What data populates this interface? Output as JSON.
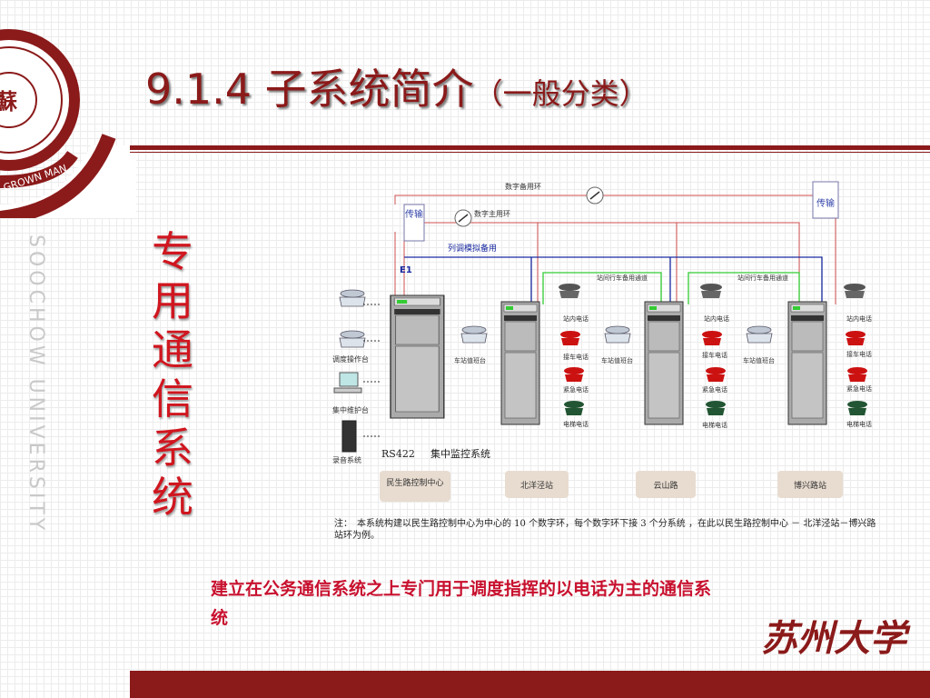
{
  "title": {
    "main": "9.1.4 子系统简介",
    "sub": "（一般分类）"
  },
  "vertical_title": [
    "专",
    "用",
    "通",
    "信",
    "系",
    "统"
  ],
  "university_vertical": "SOOCHOW UNIVERSITY",
  "logo": {
    "arc_text": "GROWN MAN",
    "side_text": "SOOCHOW UNIVERSITY"
  },
  "diagram": {
    "digital_backup_ring": "数字备用环",
    "digital_main_ring": "数字主用环",
    "analog_backup": "列调模拟备用",
    "transmission_left": "传输",
    "transmission_right": "传输",
    "e1": "E1",
    "between_station_1": "站间行车备用通道",
    "between_station_2": "站间行车备用通道",
    "dispatch_console": "调度操作台",
    "maintenance_console": "集中维护台",
    "recording_system": "录音系统",
    "rs422": "RS422",
    "central_monitor": "集中监控系统",
    "station_duty_1": "车站值班台",
    "station_duty_2": "车站值班台",
    "station_duty_3": "车站值班台",
    "phones": [
      "站内电话",
      "接车电话",
      "紧急电话",
      "电梯电话"
    ],
    "stations": [
      "民生路控制中心",
      "北洋泾站",
      "云山路",
      "博兴路站"
    ]
  },
  "note": "注：　本系统构建以民生路控制中心为中心的 10 个数字环，每个数字环下接 3 个分系统 ，在此以民生路控制中心 － 北洋泾站－博兴路站环为例。",
  "body_text": "建立在公务通信系统之上专门用于调度指挥的以电话为主的通信系统",
  "calligraphy": "苏州大学",
  "colors": {
    "brand": "#8b1a1a",
    "accent_red": "#d0161f",
    "ring_red": "#d05050",
    "ring_blue": "#1a2aa0",
    "ring_green": "#33cc33"
  }
}
